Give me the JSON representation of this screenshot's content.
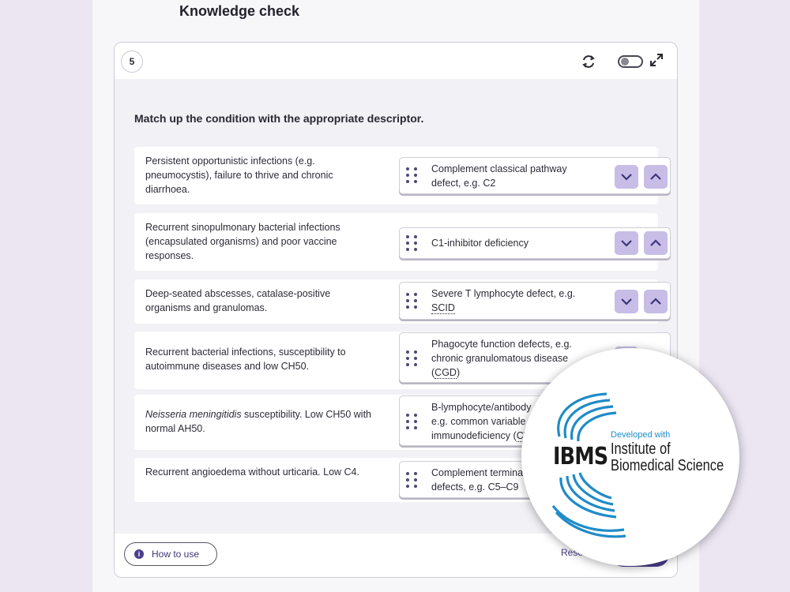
{
  "page": {
    "title": "Knowledge check"
  },
  "question": {
    "number": "5",
    "prompt": "Match up the condition with the appropriate descriptor."
  },
  "header_icons": [
    "refresh-icon",
    "toggle-switch",
    "expand-icon"
  ],
  "rows": [
    {
      "condition": "Persistent opportunistic infections (e.g. pneumocystis), failure to thrive and chronic diarrhoea.",
      "option_1": "Complement classical pathway defect, e.g. C2"
    },
    {
      "condition": "Recurrent sinopulmonary bacterial infections (encapsulated organisms) and poor vaccine responses.",
      "option_1": "C1-inhibitor deficiency"
    },
    {
      "condition": "Deep-seated abscesses, catalase-positive organisms and granulomas.",
      "option_1": "Severe T lymphocyte defect, e.g.",
      "option_abbr": "SCID"
    },
    {
      "condition": "Recurrent bacterial infections, susceptibility to autoimmune diseases and low CH50.",
      "option_1": "Phagocyte function defects, e.g. chronic granulomatous disease (",
      "option_abbr": "CGD",
      "option_2": ")"
    },
    {
      "condition_italic": "Neisseria meningitidis",
      "condition": " susceptibility. Low CH50 with normal AH50.",
      "option_1": "B-lymphocyte/antibody d",
      "option_2": "e.g. common variable immunodeficiency (",
      "option_abbr": "CVI"
    },
    {
      "condition": "Recurrent angioedema without urticaria. Low C4.",
      "option_1": "Complement terminal p",
      "option_2": "defects, e.g. C5–C9"
    }
  ],
  "footer": {
    "how_to_use": "How to use",
    "reset": "Rese"
  },
  "logo": {
    "abbr": "IBMS",
    "developed_with": "Developed with",
    "name_line1": "Institute of",
    "name_line2": "Biomedical Science"
  },
  "colors": {
    "accent": "#4a3f8c",
    "arrow_button": "#c7bde6",
    "logo_blue": "#1f8bc8"
  }
}
